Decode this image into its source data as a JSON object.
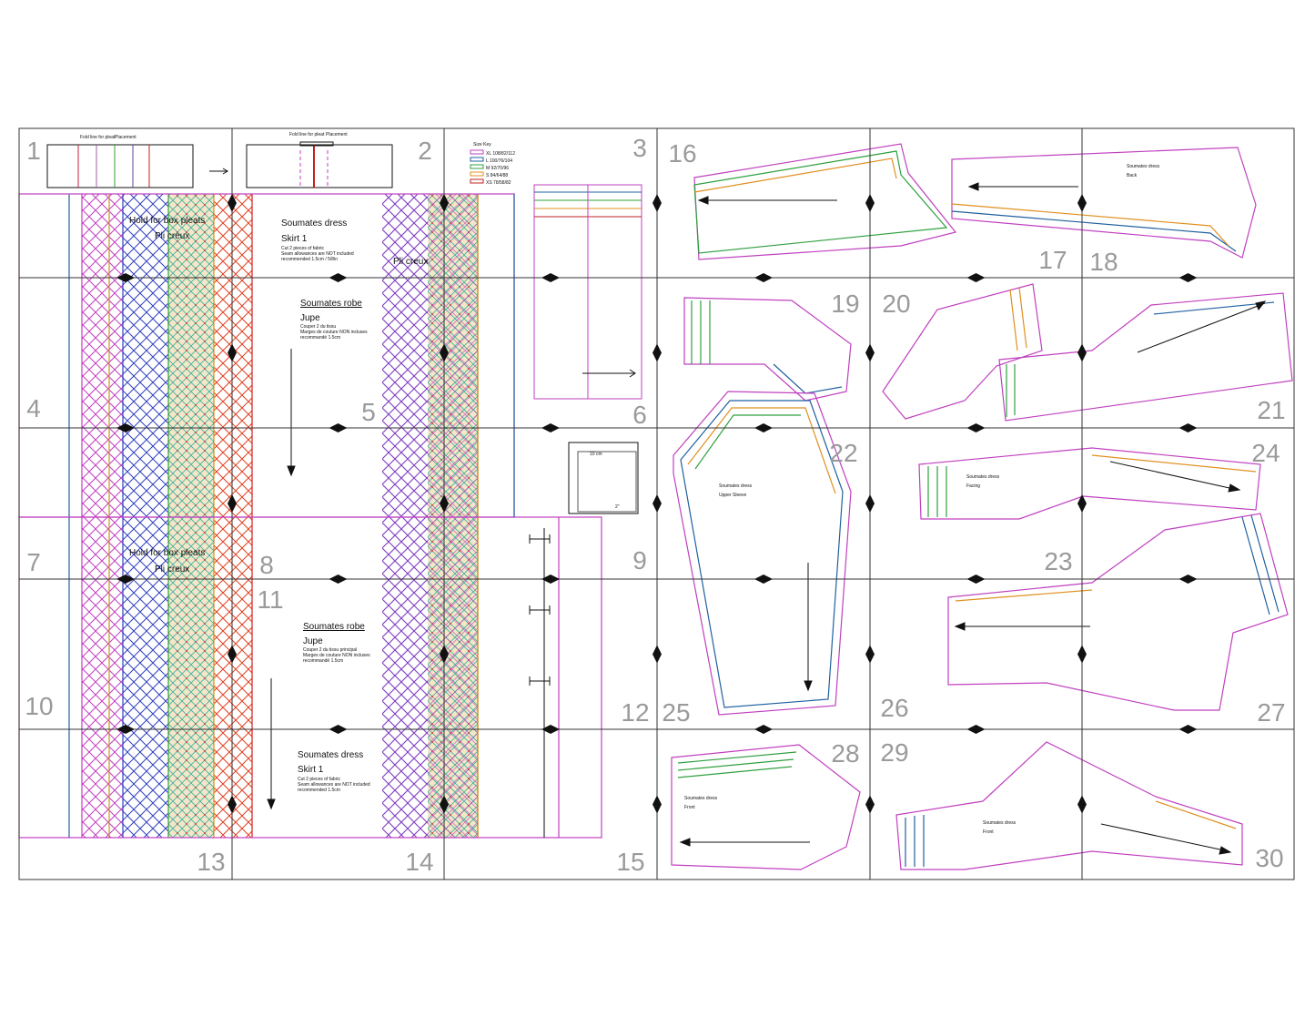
{
  "page_numbers": [
    "1",
    "2",
    "3",
    "4",
    "5",
    "6",
    "7",
    "8",
    "9",
    "10",
    "11",
    "12",
    "13",
    "14",
    "15",
    "16",
    "17",
    "18",
    "19",
    "20",
    "21",
    "22",
    "23",
    "24",
    "25",
    "26",
    "27",
    "28",
    "29",
    "30"
  ],
  "size_key": {
    "title": "Size Key",
    "sizes": [
      "XL 108/82/112",
      "L 100/76/104",
      "M 92/70/96",
      "S 84/64/88",
      "XS 78/58/82"
    ]
  },
  "pleat": {
    "fold_label": "Fold line for pleat",
    "placement_label": "Placement",
    "box_pleat": "Hold for box pleats",
    "pli_creux": "Pli creux"
  },
  "pieces": {
    "skirt_top": {
      "title": "Soumates dress",
      "name": "Skirt 1",
      "line1": "Cut 2 pieces of fabric",
      "line2": "Seam allowances are NOT included",
      "line3": "recommended 1.5cm / 5/8in"
    },
    "jupe_top": {
      "title": "Soumates robe",
      "name": "Jupe",
      "line1": "Couper 2 du tissu",
      "line2": "Marges de couture NON incluses",
      "line3": "recommandé 1.5cm"
    },
    "jupe_bottom": {
      "title": "Soumates robe",
      "name": "Jupe",
      "line1": "Couper 2 du tissu principal",
      "line2": "Marges de couture NON incluses",
      "line3": "recommandé 1.5cm"
    },
    "skirt_bottom": {
      "title": "Soumates dress",
      "name": "Skirt 1",
      "line1": "Cut 2 pieces of fabric",
      "line2": "Seam allowances are NOT included",
      "line3": "recommended 1.5cm"
    },
    "back": {
      "title": "Soumates dress",
      "name": "Back"
    },
    "upper_sleeve": {
      "title": "Soumates dress",
      "name": "Upper Sleeve"
    },
    "front": {
      "title": "Soumates dress",
      "name": "Front"
    },
    "facing": {
      "title": "Soumates dress",
      "name": "Facing"
    },
    "front2": {
      "title": "Soumates dress",
      "name": "Front"
    }
  },
  "test_square": {
    "label": "10 cm",
    "label2": "2\""
  }
}
